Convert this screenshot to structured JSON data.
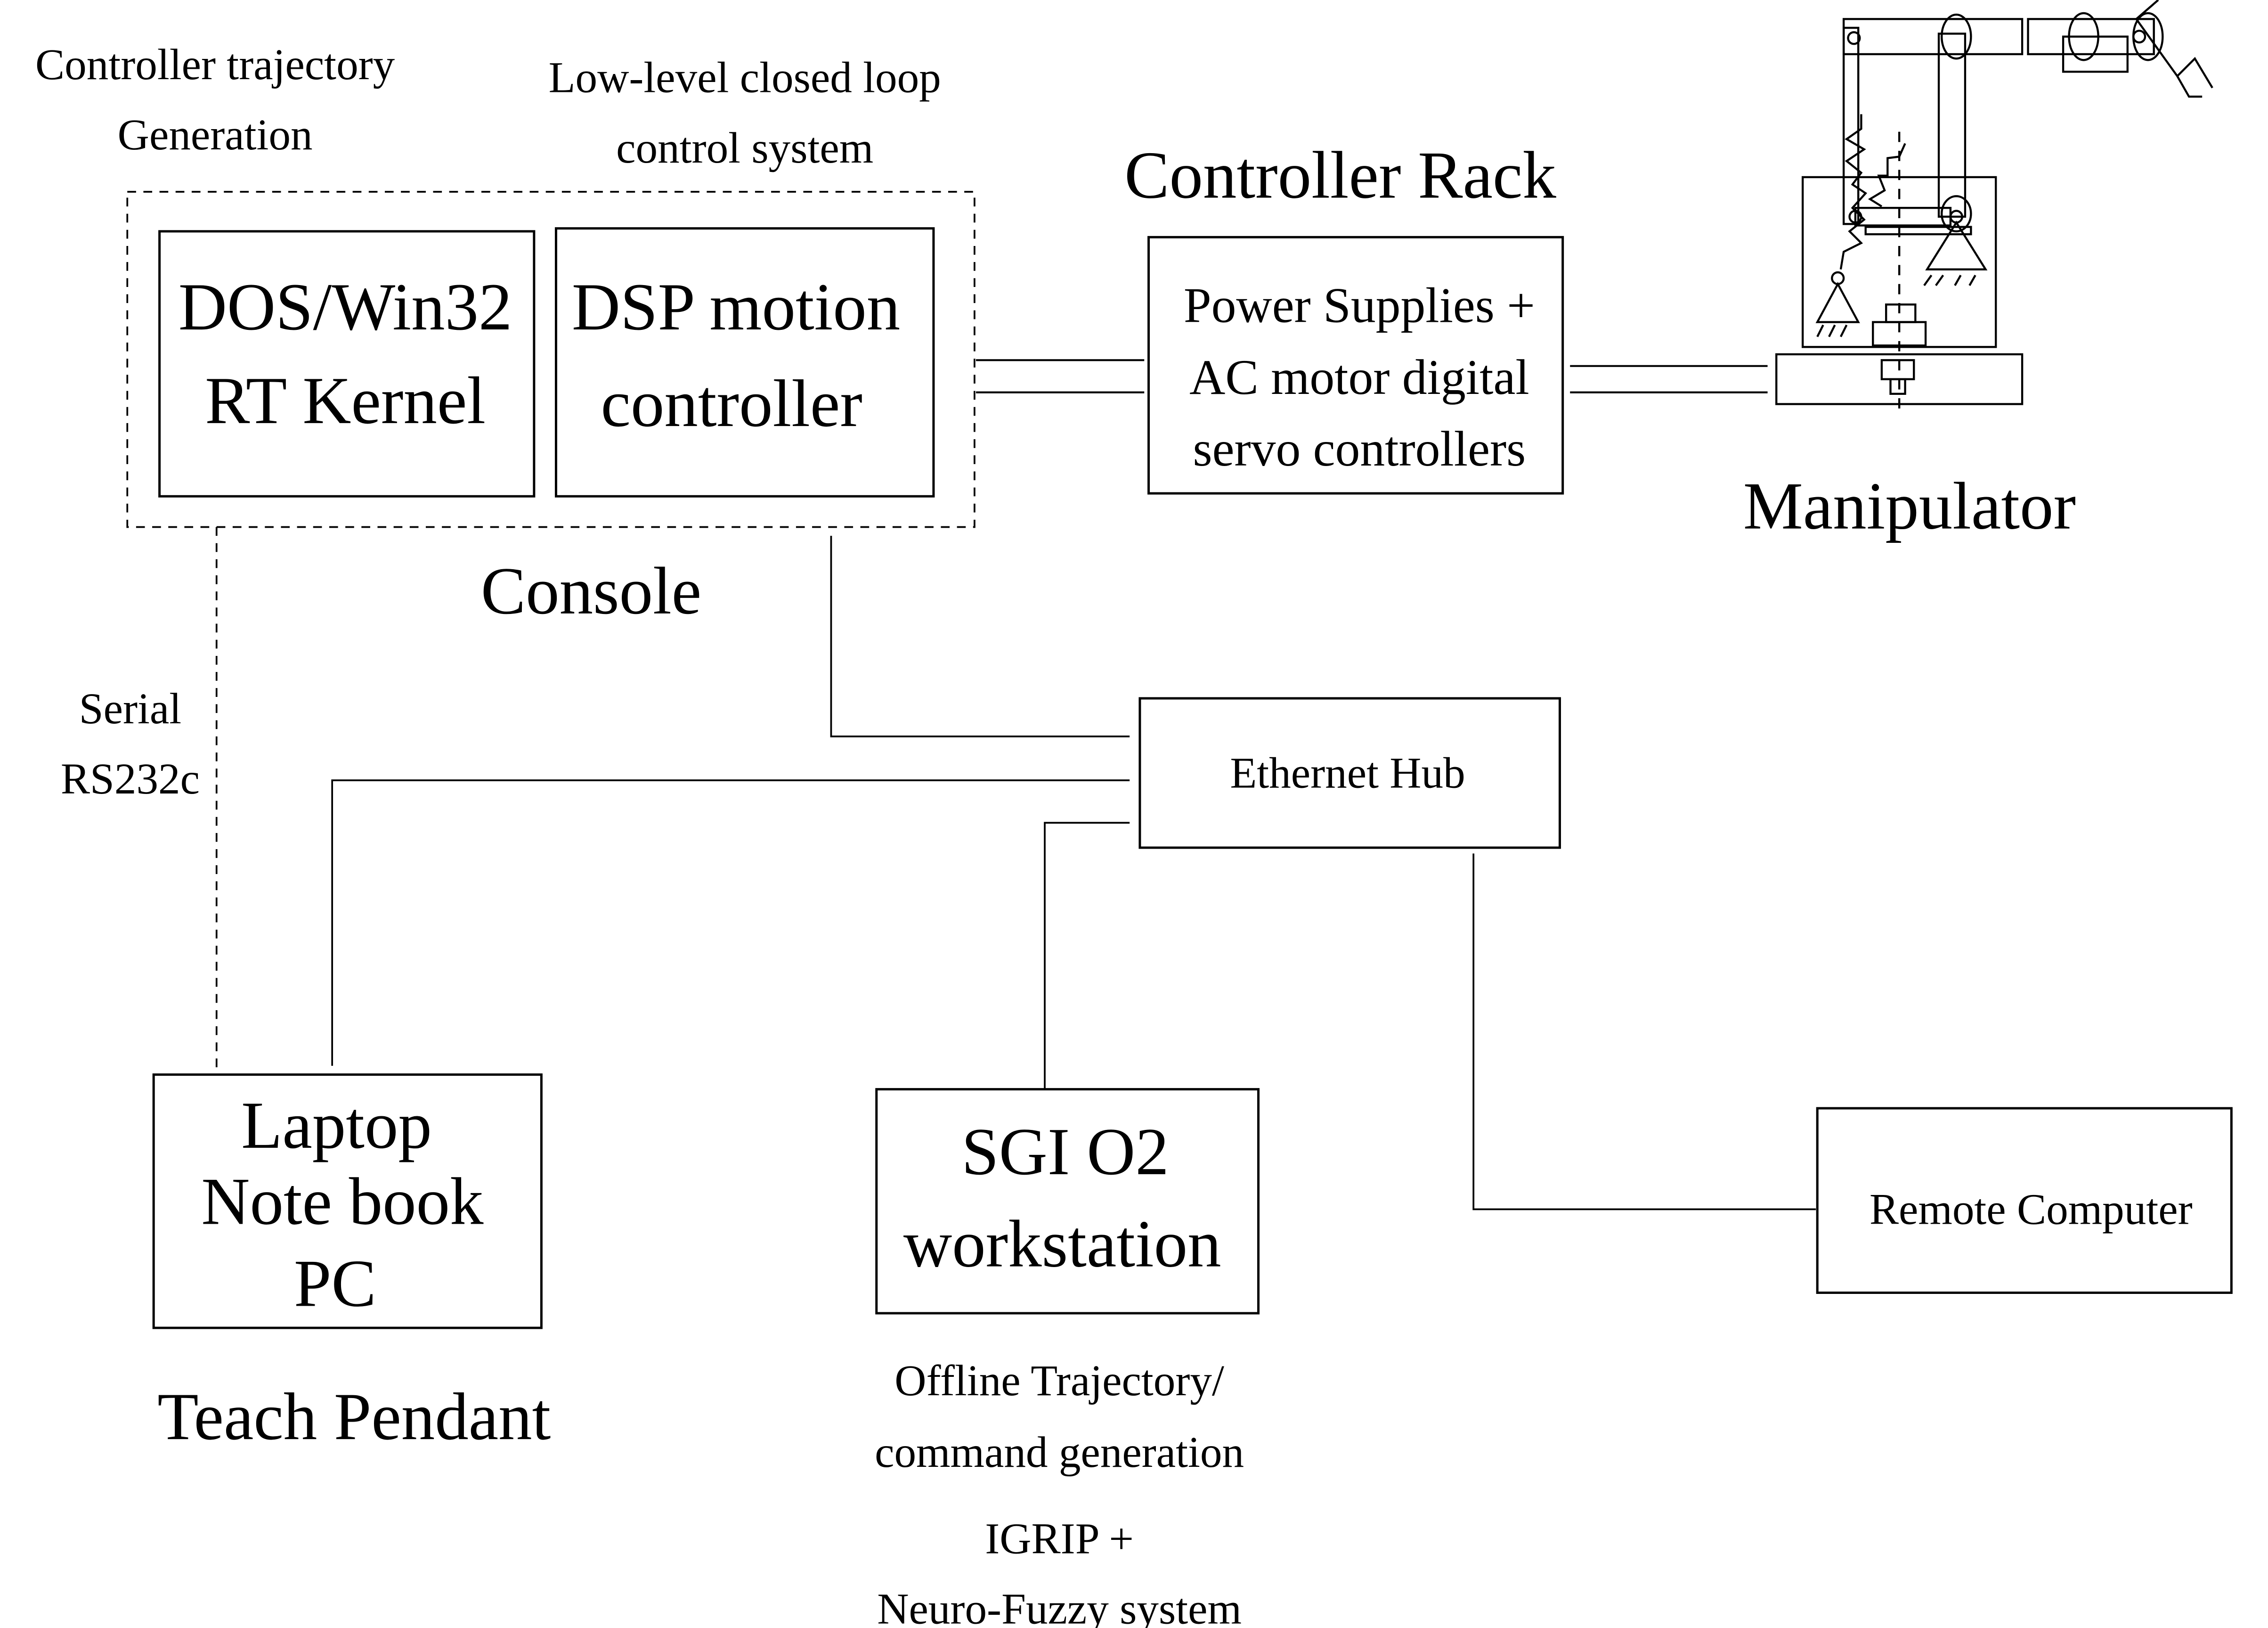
{
  "annotations": {
    "controller_trajectory": [
      "Controller trajectory",
      "Generation"
    ],
    "low_level": [
      "Low-level closed loop",
      "control system"
    ],
    "controller_rack_title": "Controller  Rack",
    "manipulator_title": "Manipulator",
    "console_title": "Console",
    "serial": [
      "Serial",
      "RS232c"
    ],
    "teach_pendant": "Teach Pendant",
    "offline": [
      "Offline Trajectory/",
      "command generation"
    ],
    "igrip": [
      "IGRIP +",
      "Neuro-Fuzzy system"
    ]
  },
  "boxes": {
    "rt_kernel": [
      "DOS/Win32",
      "RT Kernel"
    ],
    "dsp": [
      "DSP motion",
      "controller"
    ],
    "rack": [
      "Power Supplies +",
      "AC motor digital",
      "servo controllers"
    ],
    "hub": "Ethernet Hub",
    "laptop": [
      "Laptop",
      "Note book",
      "PC"
    ],
    "sgi": [
      "SGI O2",
      "workstation"
    ],
    "remote": "Remote Computer"
  },
  "connections": [
    {
      "from": "console",
      "to": "controller-rack",
      "style": "double-line"
    },
    {
      "from": "controller-rack",
      "to": "manipulator",
      "style": "double-line"
    },
    {
      "from": "console",
      "to": "ethernet-hub",
      "style": "solid"
    },
    {
      "from": "laptop",
      "to": "ethernet-hub",
      "style": "solid"
    },
    {
      "from": "sgi-o2",
      "to": "ethernet-hub",
      "style": "solid"
    },
    {
      "from": "remote-computer",
      "to": "ethernet-hub",
      "style": "solid"
    },
    {
      "from": "laptop",
      "to": "console",
      "style": "dashed",
      "label": "Serial RS232c"
    }
  ]
}
